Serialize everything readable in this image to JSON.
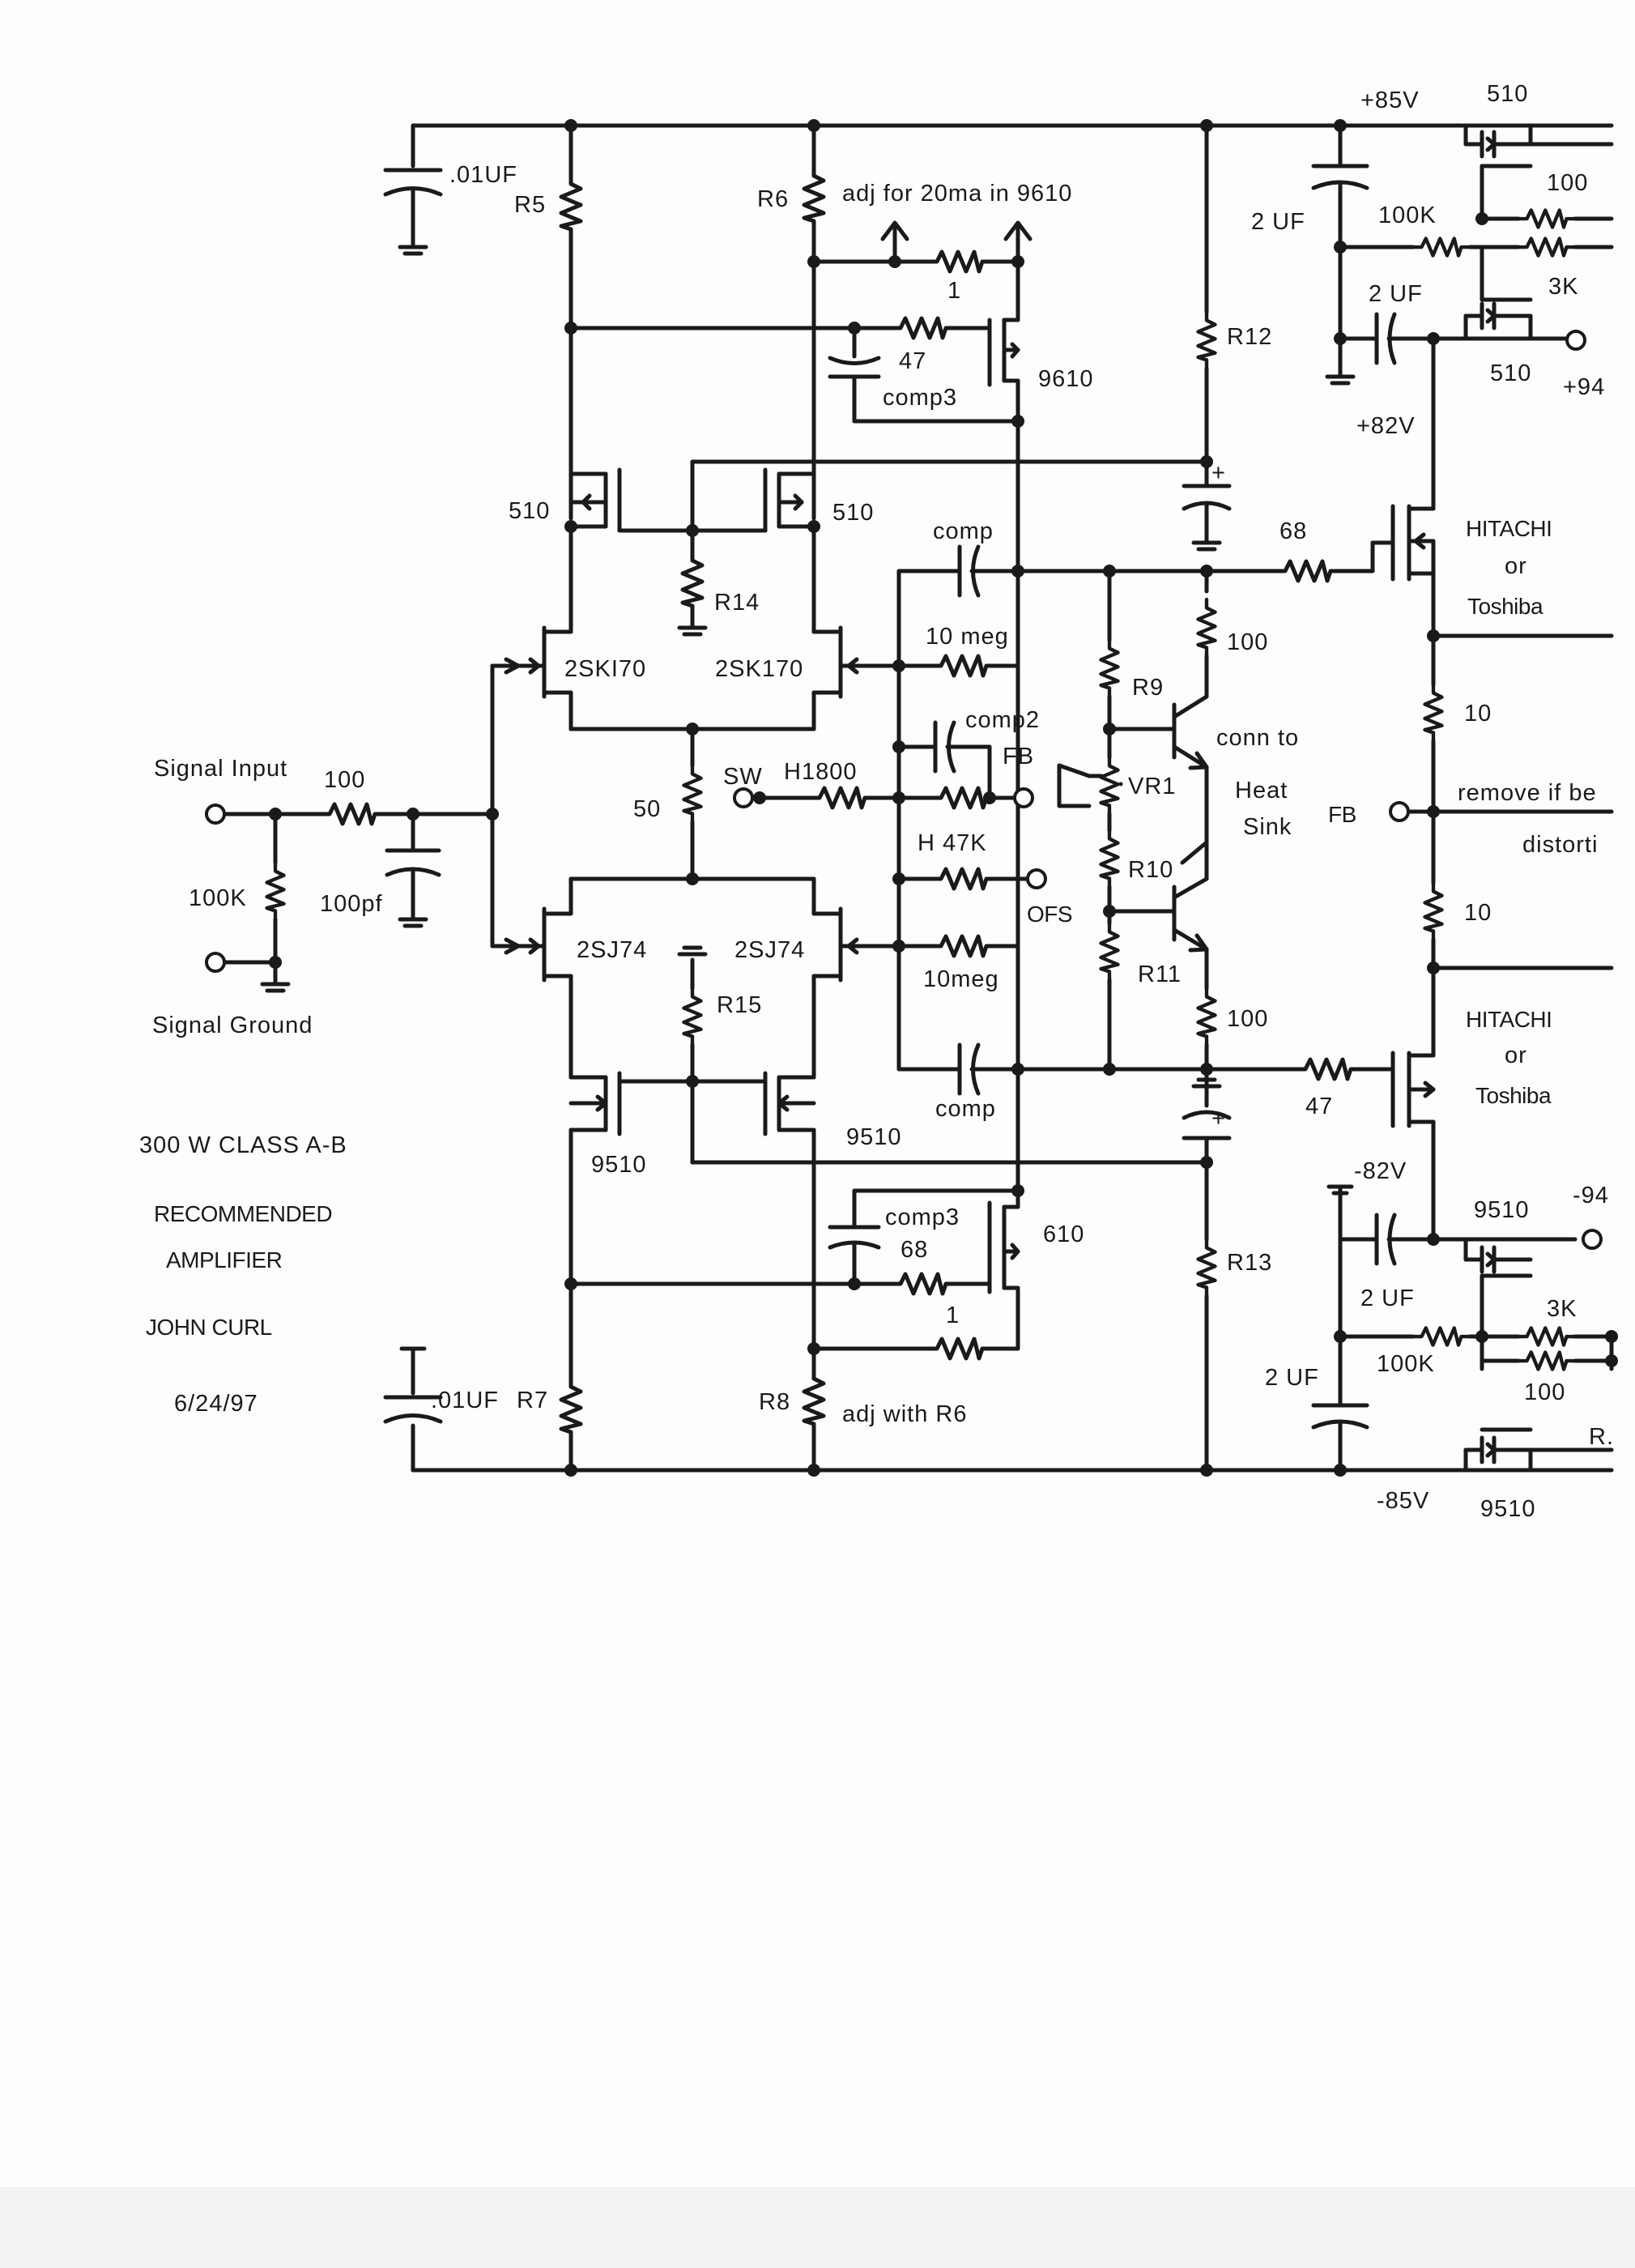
{
  "title_block": {
    "line1": "300 W  CLASS A-B",
    "line2": "RECOMMENDED",
    "line3": "AMPLIFIER",
    "author": "JOHN CURL",
    "date": "6/24/97"
  },
  "labels": {
    "signal_input": "Signal Input",
    "signal_ground": "Signal Ground",
    "r_in_series": "100",
    "r_in_shunt": "100K",
    "c_in": "100pf",
    "c_top": ".01UF",
    "c_bot": ".01UF",
    "r5": "R5",
    "r6": "R6",
    "r7": "R7",
    "r8": "R8",
    "adj_top": "adj  for 20ma in 9610",
    "adj_bot": "adj with R6",
    "r_one_top": "1",
    "r_one_bot": "1",
    "r_47_top": "47",
    "r_68_bot": "68",
    "comp3_top": "comp3",
    "comp3_bot": "comp3",
    "q_9610": "9610",
    "q_610": "610",
    "q_510_left": "510",
    "q_510_right": "510",
    "q_9510_left": "9510",
    "q_9510_right": "9510",
    "r14": "R14",
    "r15": "R15",
    "jfet_tl": "2SKI70",
    "jfet_tr": "2SK170",
    "jfet_bl": "2SJ74",
    "jfet_br": "2SJ74",
    "r_50": "50",
    "comp_top": "comp",
    "comp_bot": "comp",
    "r_10meg_top": "10 meg",
    "r_10meg_bot": "10meg",
    "comp2": "comp2",
    "fb_mid": "FB",
    "sw": "SW",
    "h1800": "H1800",
    "h_47k": "H 47K",
    "ofs": "OFS",
    "r12": "R12",
    "r13": "R13",
    "r9": "R9",
    "r10": "R10",
    "r11": "R11",
    "vr1": "VR1",
    "r_100_top": "100",
    "r_100_bot": "100",
    "conn1": "conn to",
    "conn2": "Heat",
    "conn3": "Sink",
    "fb_right": "FB",
    "r_68_gate": "68",
    "r_47_gate": "47",
    "hitachi_top": "HITACHI",
    "or_top": "or",
    "toshiba_top": "Toshiba",
    "hitachi_bot": "HITACHI",
    "or_bot": "or",
    "toshiba_bot": "Toshiba",
    "r_10_top": "10",
    "r_10_bot": "10",
    "remove1": "remove  if be",
    "remove2": "distorti",
    "v_p85": "+85V",
    "v_p82": "+82V",
    "v_n82": "-82V",
    "v_n85": "-85V",
    "v_p94": "+94",
    "v_n94": "-94",
    "ps_510_top": "510",
    "ps_510_mid": "510",
    "ps_100_top": "100",
    "ps_100k_top": "100K",
    "ps_3k_top": "3K",
    "ps_2uf_a": "2 UF",
    "ps_2uf_b": "2 UF",
    "ps_9510_top": "9510",
    "ps_9510_bot": "9510",
    "ps_3k_bot": "3K",
    "ps_100k_bot": "100K",
    "ps_100_bot": "100",
    "ps_2uf_c": "2 UF",
    "ps_2uf_d": "2 UF",
    "ps_r_cut": "R."
  }
}
